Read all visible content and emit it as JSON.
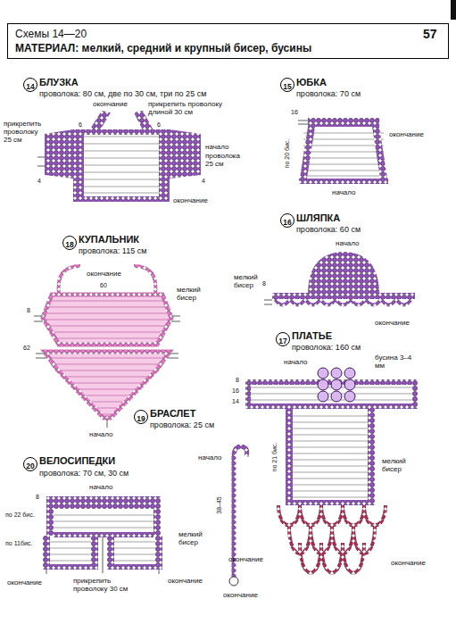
{
  "diagram": {
    "nodes": [
      {
        "text": [
          "Схемы 14—20",
          "МАТЕРИАЛ: мелкий, средний и крупный бисер, бусины"
        ]
      },
      {
        "text": [
          "14"
        ]
      },
      {
        "text": [
          "15"
        ]
      },
      {
        "text": [
          "16"
        ]
      },
      {
        "text": [
          "18"
        ]
      },
      {
        "text": [
          "17"
        ]
      },
      {
        "text": [
          "19"
        ]
      },
      {
        "text": [
          "20"
        ]
      }
    ],
    "labels": [
      "57",
      "БЛУЗКА",
      "проволока: 80 см, две по 30 см, три по 25 см",
      "окончание",
      "прикрепить проволоку длиной 30 см",
      "прикрепить проволоку 25 см",
      "6",
      "6",
      "начало",
      "проволока 25 см",
      "4",
      "4",
      "окончание",
      "ЮБКА",
      "проволока: 70 см",
      "16",
      "окончание",
      "по 20 бис.",
      "начало",
      "ШЛЯПКА",
      "проволока: 60 см",
      "начало",
      "мелкий бисер",
      "8",
      "окончание",
      "КУПАЛЬНИК",
      "проволока: 115 см",
      "окончание",
      "60",
      "мелкий бисер",
      "8",
      "62",
      "начало",
      "ПЛАТЬЕ",
      "проволока: 160 см",
      "начало",
      "бусина 3–4 мм",
      "8",
      "16",
      "14",
      "по 21 бис.",
      "мелкий бисер",
      "окончание",
      "окончание",
      "БРАСЛЕТ",
      "проволока: 25 см",
      "начало",
      "38–45",
      "окончание",
      "ВЕЛОСИПЕДКИ",
      "проволока: 70 см, 30 см",
      "начало",
      "8",
      "по 22 бис.",
      "по 11бис.",
      "мелкий бисер",
      "окончание",
      "прикрепить проволоку 30 см",
      "окончание"
    ]
  }
}
